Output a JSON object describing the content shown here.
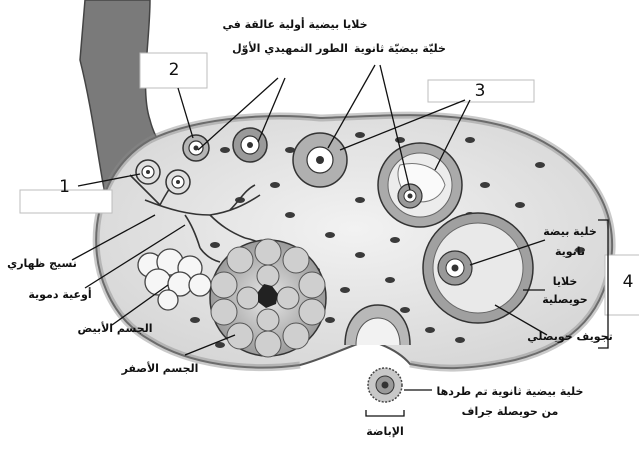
{
  "labels": {
    "primary_oocytes": [
      "خلايا بيضية أولية عالقة في",
      "الطور التمهيدي الأوّل"
    ],
    "secondary_oocyte_top": "خليّة بيضيّة ثانوية",
    "germinal_epithelium": "نسيج ظهاري",
    "blood_vessels": "أوعية دموية",
    "corpus_albicans": "الجسم الأبيض",
    "corpus_luteum": "الجسم الأصفر",
    "secondary_oocyte_right": [
      "خلية بيضة",
      "ثانوية"
    ],
    "follicle_cells": [
      "خلايا",
      "حويصلية"
    ],
    "follicular_cavity": "تجويف حويصلي",
    "ejected_oocyte": [
      "خلية بيضية ثانوية تم طردها",
      "من حويصلة جراف"
    ],
    "ovulation": "الإباضة"
  },
  "numbers": {
    "n1": "1",
    "n2": "2",
    "n3": "3",
    "n4": "4"
  }
}
